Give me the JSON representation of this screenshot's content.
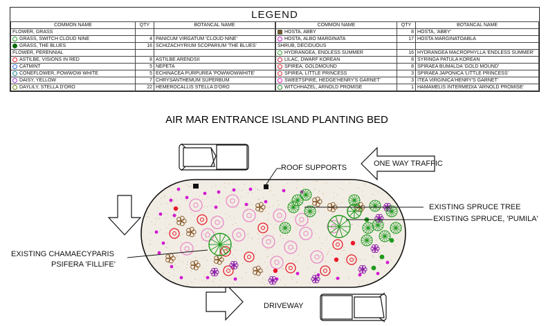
{
  "legend": {
    "title": "LEGEND",
    "headers": {
      "common": "COMMON NAME",
      "qty": "QTY",
      "botanical": "BOTANCAL NAME"
    },
    "left_rows": [
      {
        "section": "FLOWER, GRASS"
      },
      {
        "symbol": "green-circle-icon",
        "color": "#2a9d2a",
        "common": "GRASS, SWITCH CLOUD NINE",
        "qty": "4",
        "botanical": "PANICUM VIRGATUM 'CLOUD NINE'"
      },
      {
        "symbol": "dark-green-circle-icon",
        "color": "#0b6b0b",
        "common": "GRASS, THE BLUES",
        "qty": "16",
        "botanical": "SCHIZACHYRIUM SCOPARIUM 'THE BLUES'"
      },
      {
        "section": "FLOWER, PERENNIAL"
      },
      {
        "symbol": "red-circle-icon",
        "color": "#e8182a",
        "common": "ASTILBE, VISIONS IN RED",
        "qty": "8",
        "botanical": "ASTILBE ARENDSII"
      },
      {
        "symbol": "blue-circle-icon",
        "color": "#2a6ad8",
        "common": "CATMINT",
        "qty": "5",
        "botanical": "NEPETA"
      },
      {
        "symbol": "teal-circle-icon",
        "color": "#1a8a8a",
        "common": "CONEFLOWER, POWWOW WHITE",
        "qty": "5",
        "botanical": "ECHINACEA PURPUREA 'POWWOWWHITE'"
      },
      {
        "symbol": "purple-circle-icon",
        "color": "#9a38c8",
        "common": "DAISY, YELLOW",
        "qty": "7",
        "botanical": "CHRYSANTHEMUM SUPERBUM"
      },
      {
        "symbol": "olive-circle-icon",
        "color": "#6a8a1a",
        "common": "DAYLILY, STELLA D'ORO",
        "qty": "22",
        "botanical": "HEMEROCALLIS STELLA D'ORO"
      }
    ],
    "right_rows": [
      {
        "symbol": "brown-square-icon",
        "color": "#6b5a3a",
        "common": "HOSTA, ABBY",
        "qty": "8",
        "botanical": "HOSTA, 'ABBY'"
      },
      {
        "symbol": "magenta-circle-icon",
        "color": "#d21ad2",
        "common": "HOSTA, ALBO MARGINATA",
        "qty": "17",
        "botanical": "HOSTA MARGINATOABLA"
      },
      {
        "section": "SHRUB, DECIDUOUS"
      },
      {
        "symbol": "green-circle-icon",
        "color": "#3aa83a",
        "common": "HYDRANGEA, ENDLESS SUMMER",
        "qty": "16",
        "botanical": "HYDRANGEA MACROPHYLLA 'ENDLESS SUMMER'"
      },
      {
        "symbol": "crimson-circle-icon",
        "color": "#c81a3a",
        "common": "LILAC, DWARF KOREAN",
        "qty": "8",
        "botanical": "SYRINGA PATULA KOREAN"
      },
      {
        "symbol": "red-circle-icon",
        "color": "#e8182a",
        "common": "SPIREA, GOLDMOUND",
        "qty": "8",
        "botanical": "SPIRAEA BUMALDA 'GOLD MOUND'"
      },
      {
        "symbol": "red-circle-icon",
        "color": "#d8283a",
        "common": "SPIREA, LITTLE PRINCESS",
        "qty": "3",
        "botanical": "SPIRAEA JAPONICA 'LITTLE PRINCESS'"
      },
      {
        "symbol": "magenta-circle-icon",
        "color": "#d81ab8",
        "common": "SWEETSPIRE, HEDGE'HENRY'S GARNET'",
        "qty": "3",
        "botanical": "ITEA VIRGINICA'HENRY'S GARNET'"
      },
      {
        "symbol": "green-circle-icon",
        "color": "#2a8a2a",
        "common": "WITCHHAZEL, ARNOLD PROMISE",
        "qty": "1",
        "botanical": "HAMAMELIS INTERMEDIA 'ARNOLD PROMISE'"
      }
    ]
  },
  "plan": {
    "title": "AIR MAR ENTRANCE ISLAND PLANTING BED",
    "labels": {
      "roof_supports": "ROOF SUPPORTS",
      "one_way_traffic": "ONE WAY TRAFFIC",
      "spruce_tree": "EXISTING SPRUCE TREE",
      "spruce_pumila": "EXISTING SPRUCE, 'PUMILA'",
      "chamaecyparis_1": "EXISTING CHAMAECYPARIS",
      "chamaecyparis_2": "PSIFERA 'FILLIFE'",
      "driveway": "DRIVEWAY"
    }
  },
  "colors": {
    "magenta": "#d21ad2",
    "red": "#e8182a",
    "green": "#1f9a1f",
    "brown": "#8a5a2a",
    "pink": "#e888c8",
    "purple": "#8a1aa8",
    "gravel": "#c9b89a"
  }
}
